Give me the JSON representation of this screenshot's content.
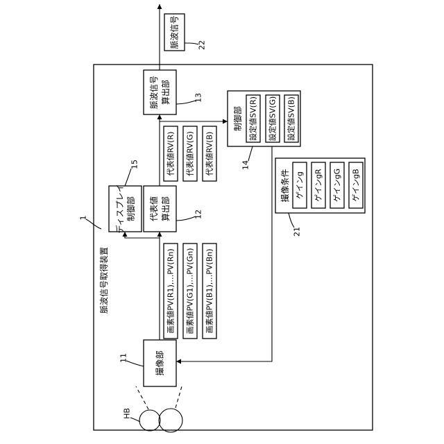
{
  "device": {
    "title": "脈波信号取得装置",
    "ref": "1"
  },
  "heartbeat": {
    "label": "HB"
  },
  "imaging": {
    "label": "撮像部",
    "ref": "11"
  },
  "pixel_values": [
    "画素値PV(R1),…PV(Rn)",
    "画素値PV(G1),…PV(Gn)",
    "画素値PV(B1),…PV(Bn)"
  ],
  "rep_calc": {
    "line1": "代表値",
    "line2": "算出部",
    "ref": "12"
  },
  "display": {
    "line1": "ディスプレイ",
    "line2": "制御部",
    "ref": "15"
  },
  "rep_values": [
    "代表値RV(R)",
    "代表値RV(G)",
    "代表値RV(B)"
  ],
  "pulse_calc": {
    "line1": "脈波信号",
    "line2": "算出部",
    "ref": "13"
  },
  "pulse_signal": {
    "label": "脈波信号",
    "ref": "22"
  },
  "control": {
    "title": "制御部",
    "ref": "14",
    "settings": [
      "設定値SV(R)",
      "設定値SV(G)",
      "設定値SV(B)"
    ]
  },
  "conditions": {
    "title": "撮像条件",
    "ref": "21",
    "gains": [
      "ゲインg",
      "ゲインgR",
      "ゲインgG",
      "ゲインgB"
    ]
  }
}
